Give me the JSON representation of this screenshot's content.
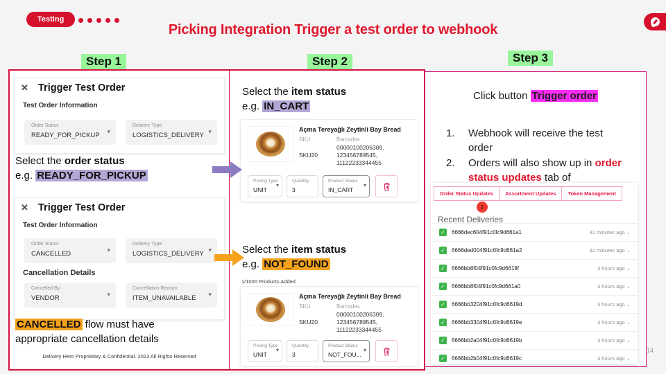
{
  "slide": {
    "badge": "Testing",
    "title": "Picking Integration Trigger a test order to webhook",
    "page_number": "14",
    "footer": "Delivery Hero Proprietary & Confidential. 2023 All Rights Reserved"
  },
  "icons": {
    "close": "✕",
    "caret": "▾",
    "chevron_down": "⌄",
    "check": "✓"
  },
  "colors": {
    "brand_red": "#d6112c",
    "title_red": "#e0182d",
    "panel_border_steps12": "#d31145",
    "panel_border_step3": "#cc0f6e",
    "highlight_green": "#98f59a",
    "highlight_purple": "#b4a7d6",
    "highlight_orange": "#f6a21d",
    "highlight_magenta": "#fb2bf5",
    "arrow_purple": "#8e7cc3",
    "arrow_orange": "#f6a21d",
    "check_green": "#3db44b"
  },
  "steps": {
    "step1_label": "Step 1",
    "step2_label": "Step 2",
    "step3_label": "Step 3"
  },
  "step1": {
    "dialog1": {
      "title": "Trigger Test Order",
      "section": "Test Order Information",
      "fields": [
        {
          "label": "Order Status",
          "value": "READY_FOR_PICKUP"
        },
        {
          "label": "Delivery Type",
          "value": "LOGISTICS_DELIVERY"
        }
      ]
    },
    "note1": {
      "pre": "Select the ",
      "bold": "order status",
      "eg": "e.g. ",
      "highlight": "READY_FOR_PICKUP"
    },
    "dialog2": {
      "title": "Trigger Test Order",
      "section": "Test Order Information",
      "fields": [
        {
          "label": "Order Status",
          "value": "CANCELLED"
        },
        {
          "label": "Delivery Type",
          "value": "LOGISTICS_DELIVERY"
        }
      ],
      "section2": "Cancellation Details",
      "fields2": [
        {
          "label": "Cancelled By",
          "value": "VENDOR"
        },
        {
          "label": "Cancellation Reason",
          "value": "ITEM_UNAVAILABLE"
        }
      ]
    },
    "note2": {
      "highlight": "CANCELLED",
      "rest": " flow must have",
      "line2": "appropriate cancellation details"
    }
  },
  "step2": {
    "note1": {
      "pre": "Select the ",
      "bold": "item status",
      "eg": "e.g. ",
      "highlight": "IN_CART"
    },
    "note2": {
      "pre": "Select the ",
      "bold": "item status",
      "eg": "e.g. ",
      "highlight": "NOT_FOUND"
    },
    "products_added": "1/1000 Products Added",
    "product": {
      "name": "Açma Tereyağlı Zeytinli Bay Bread",
      "sku_label": "SKU",
      "sku_value": "SKU20",
      "barcodes_label": "Barcodes",
      "barcode1": "00000100206309,",
      "barcode2": "123456789545,",
      "barcode3": "11122233344455",
      "pricing_type_label": "Pricing Type",
      "pricing_type_value": "UNIT",
      "quantity_label": "Quantity",
      "quantity_value": "3",
      "product_status_label": "Product Status",
      "status_in_cart": "IN_CART",
      "status_not_found": "NOT_FOU..."
    }
  },
  "step3": {
    "click": {
      "pre": "Click button ",
      "highlight": "Trigger order"
    },
    "list": [
      {
        "num": "1.",
        "text": "Webhook will receive the test order"
      },
      {
        "num": "2.",
        "pre": "Orders will also show up in ",
        "red": "order status updates",
        "post": " tab of"
      }
    ],
    "tabs": [
      "Order Status Updates",
      "Assortment Updates",
      "Token Management"
    ],
    "badge_count": "2",
    "recent_title": "Recent Deliveries",
    "deliveries": [
      {
        "id": "6666dec604f91c0fc9d661a1",
        "time": "32 minutes ago"
      },
      {
        "id": "6666ded004f91c0fc9d661a2",
        "time": "32 minutes ago"
      },
      {
        "id": "6666bb8f04f91c0fc9d6619f",
        "time": "3 hours ago"
      },
      {
        "id": "6666bb8f04f91c0fc9d661a0",
        "time": "3 hours ago"
      },
      {
        "id": "6666bb3204f91c0fc9d6619d",
        "time": "3 hours ago"
      },
      {
        "id": "6666bb3304f91c0fc9d6619e",
        "time": "3 hours ago"
      },
      {
        "id": "6666bb2a04f91c0fc9d6619b",
        "time": "3 hours ago"
      },
      {
        "id": "6666bb2b04f91c0fc9d6619c",
        "time": "3 hours ago"
      }
    ]
  }
}
